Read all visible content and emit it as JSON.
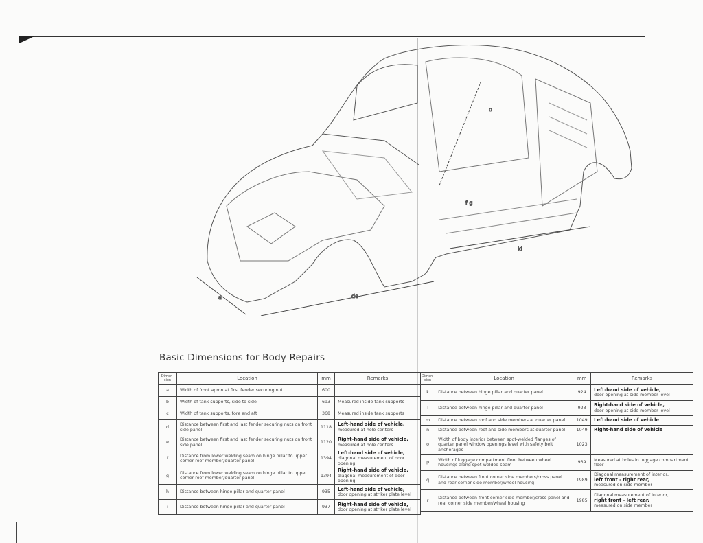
{
  "title": "Basic Dimensions for Body Repairs",
  "diagram_labels": {
    "a": "a",
    "de": "de",
    "kl": "kl",
    "fg": "f g",
    "o": "o"
  },
  "table_headers": {
    "dimension": "Dimen-sion",
    "location": "Location",
    "mm": "mm",
    "remarks": "Remarks"
  },
  "left_rows": [
    {
      "dim": "a",
      "location": "Width of front apron at first fender securing nut",
      "mm": "600",
      "remark_bold": "",
      "remark": ""
    },
    {
      "dim": "b",
      "location": "Width of tank supports, side to side",
      "mm": "693",
      "remark_bold": "",
      "remark": "Measured inside tank supports"
    },
    {
      "dim": "c",
      "location": "Width of tank supports, fore and aft",
      "mm": "368",
      "remark_bold": "",
      "remark": "Measured inside tank supports"
    },
    {
      "dim": "d",
      "location": "Distance between first and last fender securing nuts on front side panel",
      "mm": "1118",
      "remark_bold": "Left-hand side of vehicle,",
      "remark": "measured at hole centers"
    },
    {
      "dim": "e",
      "location": "Distance between first and last fender securing nuts on front side panel",
      "mm": "1120",
      "remark_bold": "Right-hand side of vehicle,",
      "remark": "measured at hole centers"
    },
    {
      "dim": "f",
      "location": "Distance from lower welding seam on hinge pillar to upper corner roof member/quarter panel",
      "mm": "1394",
      "remark_bold": "Left-hand side of vehicle,",
      "remark": "diagonal measurement of door opening"
    },
    {
      "dim": "g",
      "location": "Distance from lower welding seam on hinge pillar to upper corner roof member/quarter panel",
      "mm": "1394",
      "remark_bold": "Right-hand side of vehicle,",
      "remark": "diagonal measurement of door opening"
    },
    {
      "dim": "h",
      "location": "Distance between hinge pillar and quarter panel",
      "mm": "935",
      "remark_bold": "Left-hand side of vehicle,",
      "remark": "door opening at striker plate level"
    },
    {
      "dim": "i",
      "location": "Distance between hinge pillar and quarter panel",
      "mm": "937",
      "remark_bold": "Right-hand side of vehicle,",
      "remark": "door opening at striker plate level"
    }
  ],
  "right_rows": [
    {
      "dim": "k",
      "location": "Distance between hinge pillar and quarter panel",
      "mm": "924",
      "remark_bold": "Left-hand side of vehicle,",
      "remark": "door opening at side member level",
      "remark_bold2": "",
      "remark2": ""
    },
    {
      "dim": "l",
      "location": "Distance between hinge pillar and quarter panel",
      "mm": "923",
      "remark_bold": "Right-hand side of vehicle,",
      "remark": "door opening at side member level",
      "remark_bold2": "",
      "remark2": ""
    },
    {
      "dim": "m",
      "location": "Distance between roof and side members at quarter panel",
      "mm": "1049",
      "remark_bold": "Left-hand side of vehicle",
      "remark": "",
      "remark_bold2": "",
      "remark2": ""
    },
    {
      "dim": "n",
      "location": "Distance between roof and side members at quarter panel",
      "mm": "1049",
      "remark_bold": "Right-hand side of vehicle",
      "remark": "",
      "remark_bold2": "",
      "remark2": ""
    },
    {
      "dim": "o",
      "location": "Width of body interior between spot-welded flanges of quarter panel window openings level with safety belt anchorages",
      "mm": "1023",
      "remark_bold": "",
      "remark": "",
      "remark_bold2": "",
      "remark2": ""
    },
    {
      "dim": "p",
      "location": "Width of luggage compartment floor between wheel housings along spot-welded seam",
      "mm": "939",
      "remark_bold": "",
      "remark": "Measured at holes in luggage compartment floor",
      "remark_bold2": "",
      "remark2": ""
    },
    {
      "dim": "q",
      "location": "Distance between front corner side members/cross panel and rear corner side member/wheel housing",
      "mm": "1989",
      "remark_bold": "",
      "remark": "Diagonal measurement of interior,",
      "remark_bold2": "left front - right rear,",
      "remark2": "measured on side member"
    },
    {
      "dim": "r",
      "location": "Distance between front corner side member/cross panel and rear corner side member/wheel housing",
      "mm": "1985",
      "remark_bold": "",
      "remark": "Diagonal measurement of interior,",
      "remark_bold2": "right front - left rear,",
      "remark2": "measured on side member"
    }
  ]
}
